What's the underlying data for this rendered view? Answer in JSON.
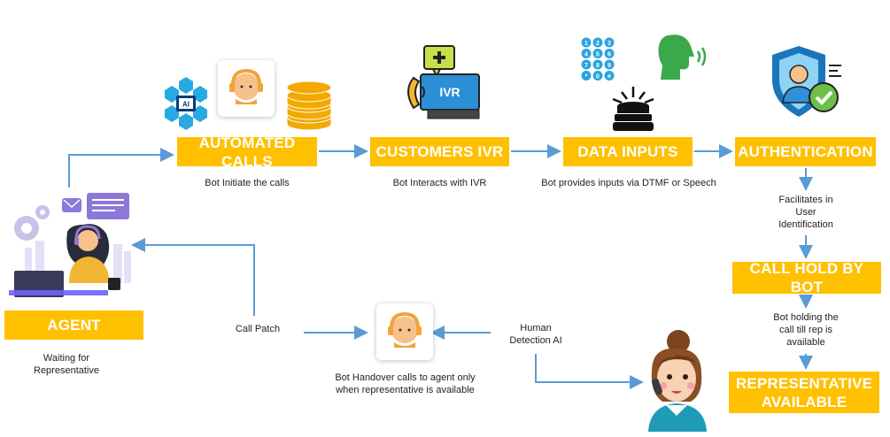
{
  "steps": {
    "automated_calls": "AUTOMATED CALLS",
    "customers_ivr": "CUSTOMERS IVR",
    "data_inputs": "DATA INPUTS",
    "authentication": "AUTHENTICATION",
    "call_hold": "CALL HOLD BY BOT",
    "rep_available_line1": "REPRESENTATIVE",
    "rep_available_line2": "AVAILABLE",
    "agent": "AGENT"
  },
  "captions": {
    "automated_calls": "Bot Initiate the calls",
    "customers_ivr": "Bot Interacts with IVR",
    "data_inputs": "Bot provides inputs via DTMF or Speech",
    "auth_line1": "Facilitates in",
    "auth_line2": "User",
    "auth_line3": "Identification",
    "hold_line1": "Bot holding the",
    "hold_line2": "call till rep is",
    "hold_line3": "available",
    "agent_line1": "Waiting for",
    "agent_line2": "Representative",
    "call_patch": "Call Patch",
    "human_line1": "Human",
    "human_line2": "Detection AI",
    "handover_line1": "Bot Handover calls to agent only",
    "handover_line2": "when representative is available"
  },
  "icons": {
    "ivr_screen_text": "IVR",
    "ai_chip_text": "AI",
    "keypad_digits": [
      "1",
      "2",
      "3",
      "4",
      "5",
      "6",
      "7",
      "8",
      "9",
      "*",
      "0",
      "#"
    ]
  },
  "colors": {
    "accent_yellow": "#ffc000",
    "arrow_blue": "#5b9bd5",
    "ai_blue": "#29a9e1",
    "shield_blue": "#1b75bb",
    "check_green": "#6cc04a",
    "purple": "#8b78d8"
  }
}
